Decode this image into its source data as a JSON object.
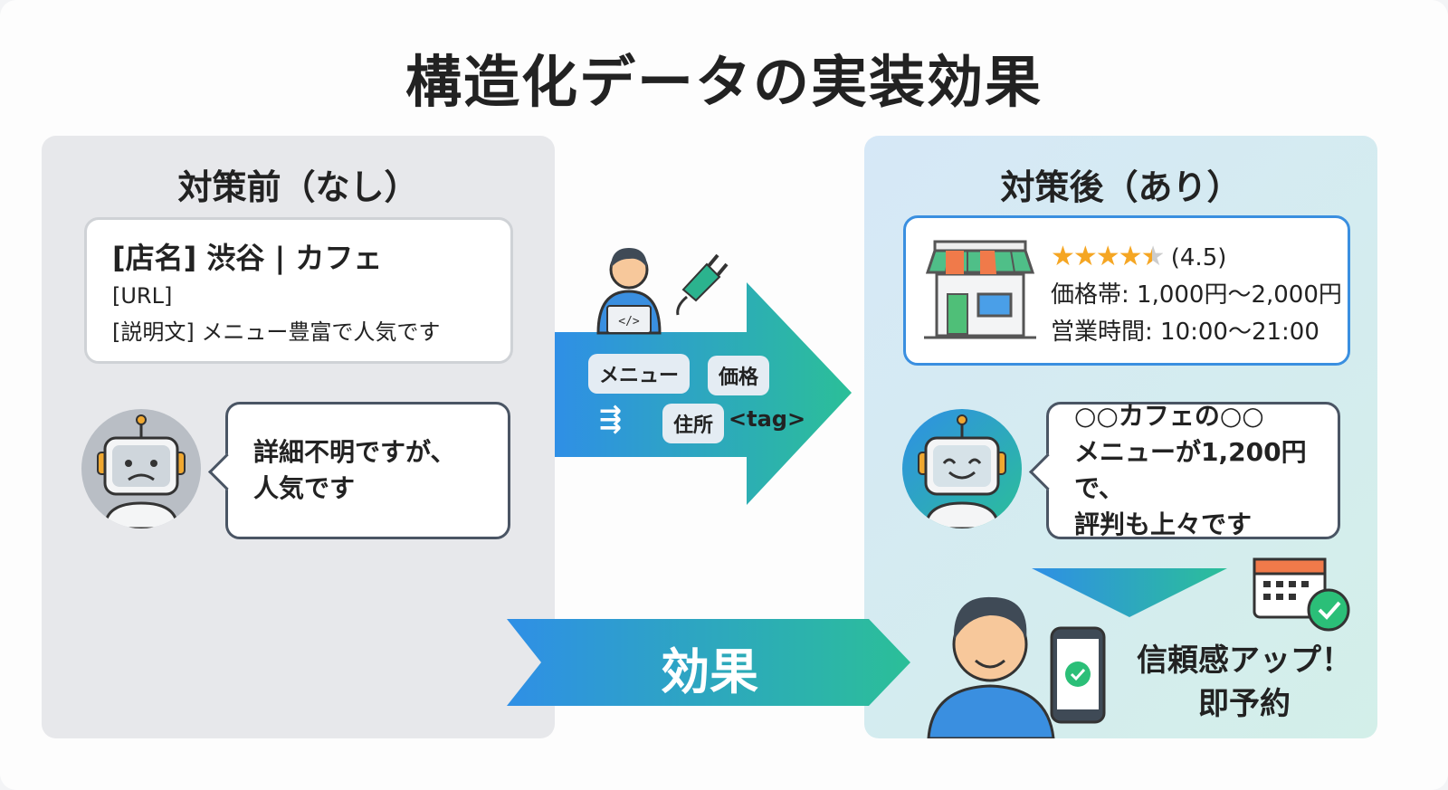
{
  "title": "構造化データの実装効果",
  "before": {
    "heading": "対策前（なし）",
    "snippet": {
      "title": "[店名] 渋谷 | カフェ",
      "url": "[URL]",
      "description": "[説明文] メニュー豊富で人気です"
    },
    "ai_reply": [
      "詳細不明ですが、",
      "人気です"
    ]
  },
  "middle": {
    "tags": [
      "メニュー",
      "価格",
      "住所"
    ],
    "code_label": "<tag>",
    "effect_label": "効果"
  },
  "after": {
    "heading": "対策後（あり）",
    "rich_result": {
      "rating": 4.5,
      "rating_label": "(4.5)",
      "price": "価格帯: 1,000円〜2,000円",
      "hours": "営業時間: 10:00〜21:00"
    },
    "ai_reply": [
      "○○カフェの○○",
      "メニューが1,200円で、",
      "評判も上々です"
    ],
    "outcome": [
      "信頼感アップ！",
      "即予約"
    ]
  },
  "colors": {
    "blue": "#2f8fe6",
    "teal": "#2bbf98",
    "star": "#f5a623"
  }
}
